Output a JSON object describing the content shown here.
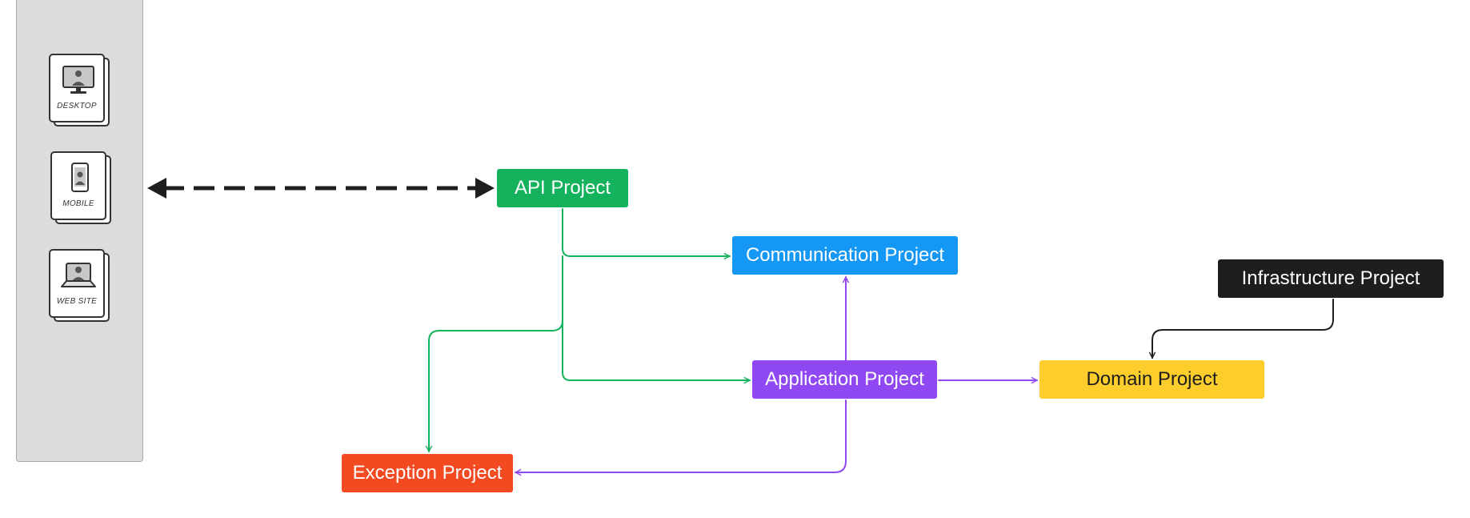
{
  "clients": [
    {
      "label": "DESKTOP",
      "icon": "desktop-icon"
    },
    {
      "label": "MOBILE",
      "icon": "mobile-icon"
    },
    {
      "label": "WEB SITE",
      "icon": "laptop-icon"
    }
  ],
  "nodes": {
    "api": {
      "label": "API Project",
      "color": "#14b25c"
    },
    "communication": {
      "label": "Communication Project",
      "color": "#1597f5"
    },
    "application": {
      "label": "Application Project",
      "color": "#8f48f2"
    },
    "domain": {
      "label": "Domain Project",
      "color": "#fdcd2b"
    },
    "infrastructure": {
      "label": "Infrastructure Project",
      "color": "#1e1e1e"
    },
    "exception": {
      "label": "Exception Project",
      "color": "#f44a22"
    }
  },
  "edges": [
    {
      "from": "clients",
      "to": "api",
      "style": "dashed",
      "direction": "both"
    },
    {
      "from": "api",
      "to": "communication",
      "style": "solid"
    },
    {
      "from": "api",
      "to": "application",
      "style": "solid"
    },
    {
      "from": "api",
      "to": "exception",
      "style": "solid"
    },
    {
      "from": "application",
      "to": "communication",
      "style": "solid"
    },
    {
      "from": "application",
      "to": "domain",
      "style": "solid"
    },
    {
      "from": "application",
      "to": "exception",
      "style": "solid"
    },
    {
      "from": "infrastructure",
      "to": "domain",
      "style": "solid"
    }
  ]
}
